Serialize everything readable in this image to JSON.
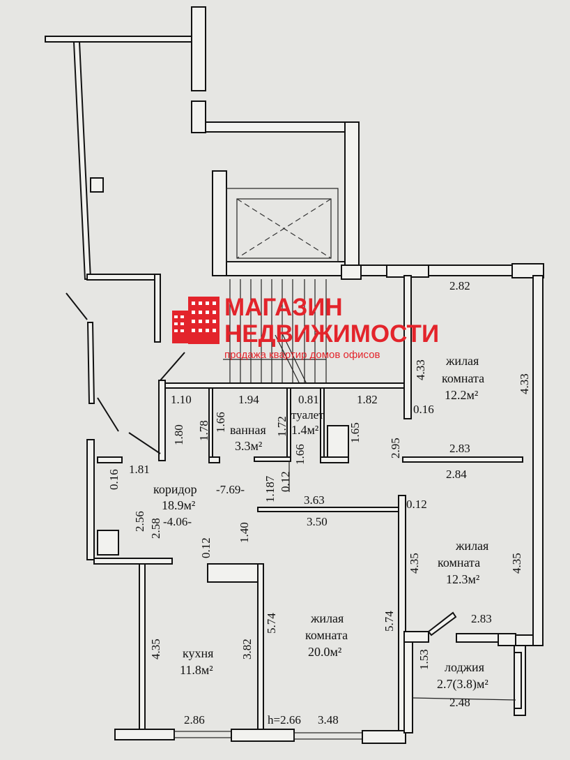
{
  "logo": {
    "line1": "МАГАЗИН",
    "line2": "НЕДВИЖИМОСТИ",
    "tagline": "продажа квартир домов офисов",
    "color": "#e3242b"
  },
  "rooms": {
    "bedroom1": {
      "name1": "жилая",
      "name2": "комната",
      "area": "12.2м²"
    },
    "bedroom2": {
      "name1": "жилая",
      "name2": "комната",
      "area": "12.3м²"
    },
    "living": {
      "name1": "жилая",
      "name2": "комната",
      "area": "20.0м²"
    },
    "bathroom": {
      "name": "ванная",
      "area": "3.3м²"
    },
    "toilet": {
      "name": "туалет",
      "area": "1.4м²"
    },
    "corridor": {
      "name": "коридор",
      "area": "18.9м²",
      "dim1": "-7.69-",
      "dim2": "-4.06-"
    },
    "kitchen": {
      "name": "кухня",
      "area": "11.8м²"
    },
    "loggia": {
      "name": "лоджия",
      "area": "2.7(3.8)м²"
    }
  },
  "dimensions": {
    "top_right": "2.82",
    "right_433a": "4.33",
    "right_433b": "4.33",
    "d016a": "0.16",
    "d110": "1.10",
    "d194": "1.94",
    "d081": "0.81",
    "d182": "1.82",
    "d180": "1.80",
    "d178": "1.78",
    "d166a": "1.66",
    "d172": "1.72",
    "d166b": "1.66",
    "d165": "1.65",
    "d295": "2.95",
    "d283a": "2.83",
    "d284": "2.84",
    "d181": "1.81",
    "d016b": "0.16",
    "d1187": "1.187",
    "d012a": "0.12",
    "d363": "3.63",
    "d350": "3.50",
    "d012b": "0.12",
    "d256": "2.56",
    "d258": "2.58",
    "d140": "1.40",
    "d012c": "0.12",
    "d435a": "4.35",
    "d435b": "4.35",
    "d435c": "4.35",
    "d574a": "5.74",
    "d574b": "5.74",
    "d382": "3.82",
    "d283b": "2.83",
    "d153": "1.53",
    "d248": "2.48",
    "d286": "2.86",
    "height": "h=2.66",
    "d348": "3.48"
  }
}
